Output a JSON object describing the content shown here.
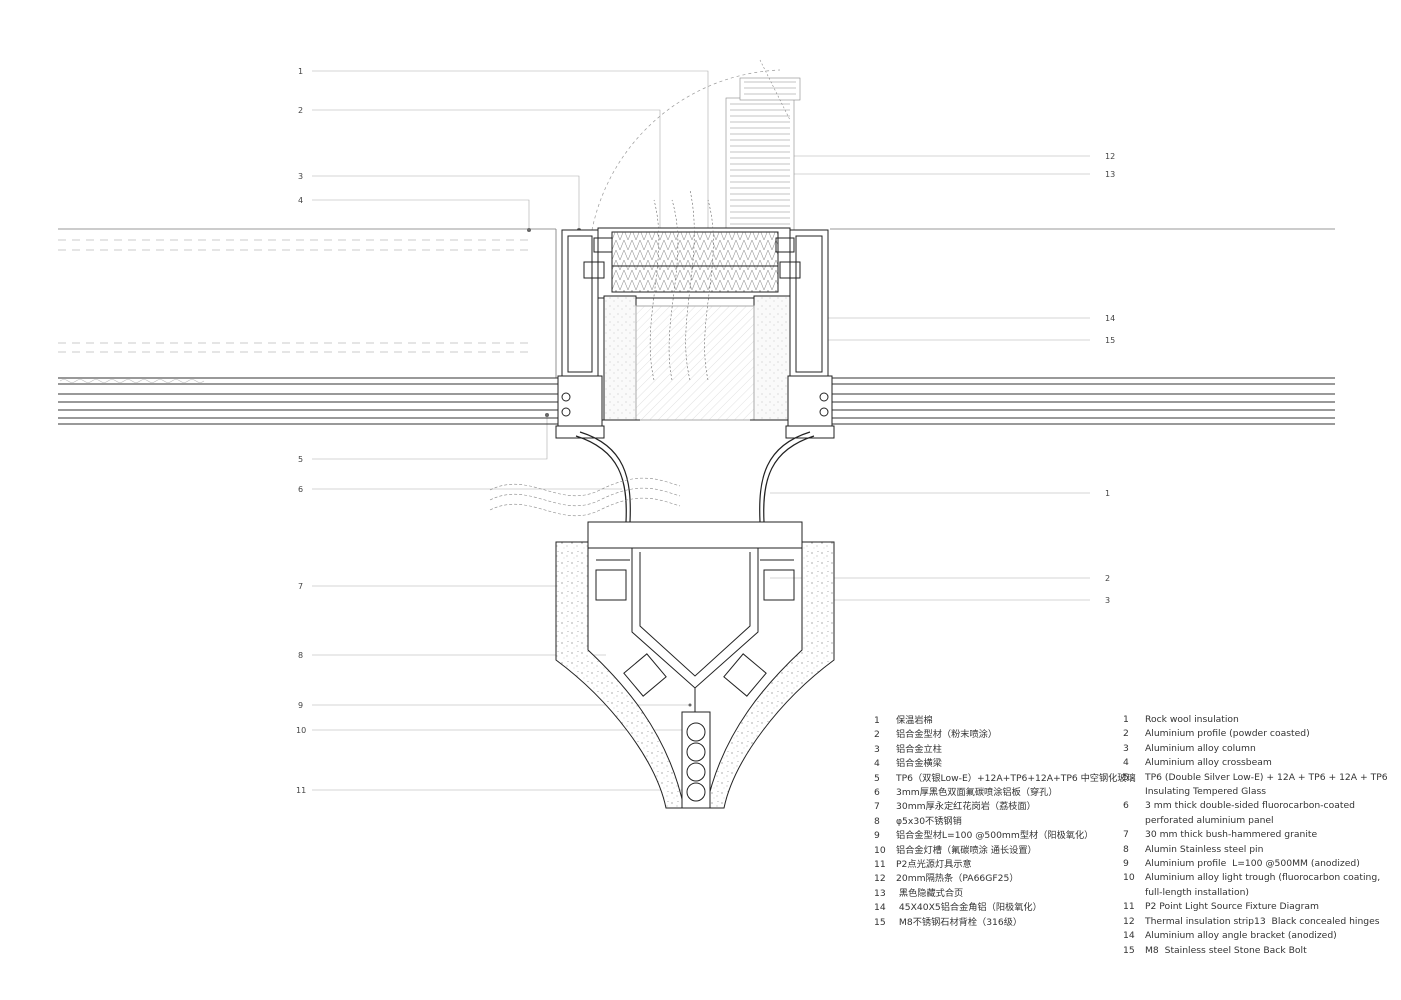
{
  "callouts": {
    "left": [
      "1",
      "2",
      "3",
      "4",
      "5",
      "6",
      "7",
      "8",
      "9",
      "10",
      "11"
    ],
    "right": [
      "12",
      "13",
      "14",
      "15",
      "1",
      "2",
      "3"
    ]
  },
  "legend_cn": [
    {
      "num": "1",
      "text": "保温岩棉"
    },
    {
      "num": "2",
      "text": "铝合金型材（粉末喷涂）"
    },
    {
      "num": "3",
      "text": "铝合金立柱"
    },
    {
      "num": "4",
      "text": "铝合金横梁"
    },
    {
      "num": "5",
      "text": "TP6（双银Low-E）+12A+TP6+12A+TP6 中空钢化玻璃"
    },
    {
      "num": "6",
      "text": "3mm厚黑色双面氟碳喷涂铝板（穿孔）"
    },
    {
      "num": "7",
      "text": "30mm厚永定红花岗岩（荔枝面）"
    },
    {
      "num": "8",
      "text": "φ5x30不锈钢销"
    },
    {
      "num": "9",
      "text": "铝合金型材L=100 @500mm型材（阳极氧化）"
    },
    {
      "num": "10",
      "text": "铝合金灯槽（氟碳喷涂 通长设置）"
    },
    {
      "num": "11",
      "text": "P2点光源灯具示意"
    },
    {
      "num": "12",
      "text": "20mm隔热条（PA66GF25）"
    },
    {
      "num": "13",
      "text": " 黑色隐藏式合页"
    },
    {
      "num": "14",
      "text": " 45X40X5铝合金角铝（阳极氧化）"
    },
    {
      "num": "15",
      "text": " M8不锈钢石材背栓（316级）"
    }
  ],
  "legend_en": [
    {
      "num": "1",
      "text": "Rock wool insulation"
    },
    {
      "num": "2",
      "text": "Aluminium profile (powder coasted)"
    },
    {
      "num": "3",
      "text": "Aluminium alloy column"
    },
    {
      "num": "4",
      "text": "Aluminium alloy crossbeam"
    },
    {
      "num": "5",
      "text": "TP6 (Double Silver Low-E) + 12A + TP6 + 12A + TP6"
    },
    {
      "num": "",
      "text": "Insulating Tempered Glass"
    },
    {
      "num": "6",
      "text": "3 mm thick double-sided fluorocarbon-coated"
    },
    {
      "num": "",
      "text": "perforated aluminium panel"
    },
    {
      "num": "7",
      "text": "30 mm thick bush-hammered granite"
    },
    {
      "num": "8",
      "text": "Alumin Stainless steel pin"
    },
    {
      "num": "9",
      "text": "Aluminium profile  L=100 @500MM (anodized)"
    },
    {
      "num": "10",
      "text": "Aluminium alloy light trough (fluorocarbon coating,"
    },
    {
      "num": "",
      "text": "full-length installation)"
    },
    {
      "num": "11",
      "text": "P2 Point Light Source Fixture Diagram"
    },
    {
      "num": "12",
      "text": "Thermal insulation strip13  Black concealed hinges"
    },
    {
      "num": "14",
      "text": "Aluminium alloy angle bracket (anodized)"
    },
    {
      "num": "15",
      "text": "M8  Stainless steel Stone Back Bolt"
    }
  ]
}
